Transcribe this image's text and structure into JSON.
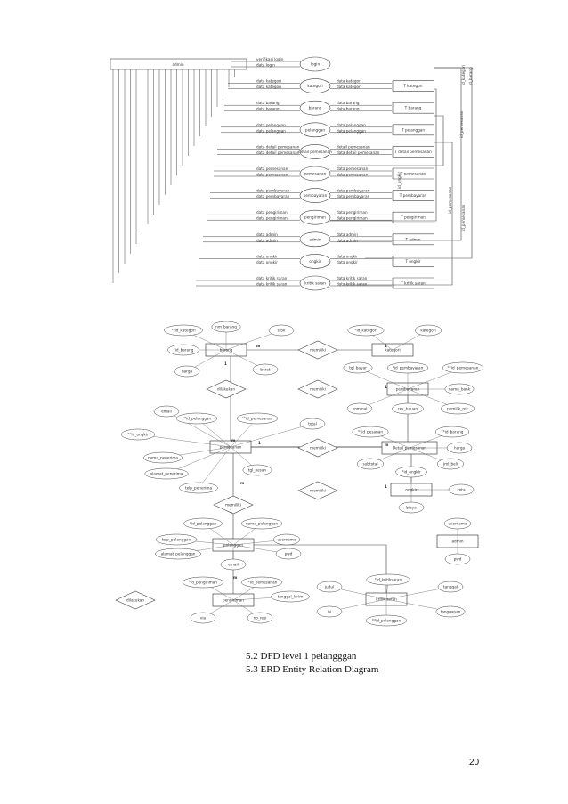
{
  "dfd": {
    "admin_label": "admin",
    "processes": [
      "login",
      "kategori",
      "barang",
      "pelanggan",
      "detail pemesanan",
      "pemesanan",
      "pembayaran",
      "pengiriman",
      "admin",
      "ongkir",
      "kritik saran"
    ],
    "stores": [
      "T kategori",
      "T barang",
      "T pelanggan",
      "T detail pemesanan",
      "T pemesanan",
      "T pembayaran",
      "T pengiriman",
      "T admin",
      "T ongkir",
      "T kritik saran"
    ],
    "flows_left": [
      [
        "verifikasi login",
        "data login"
      ],
      [
        "data kategori",
        "data kategori"
      ],
      [
        "data barang",
        "data barang"
      ],
      [
        "data pelanggan",
        "data pelanggan"
      ],
      [
        "data detail pemesanan",
        "data detail pemesanan"
      ],
      [
        "data pemesanan",
        "data pemesanan"
      ],
      [
        "data pembayaran",
        "data pembayaran"
      ],
      [
        "data pengiriman",
        "data pengiriman"
      ],
      [
        "data admin",
        "data admin"
      ],
      [
        "data ongkir",
        "data ongkir"
      ],
      [
        "data kritik saran",
        "data kritik saran"
      ]
    ],
    "flows_right": [
      [
        "",
        ""
      ],
      [
        "data kategori",
        "data kategori"
      ],
      [
        "data barang",
        "data barang"
      ],
      [
        "data pelanggan",
        "data pelanggan"
      ],
      [
        "detail pemesanan",
        "data detail pemesanan"
      ],
      [
        "data pemesanan",
        "data pemesanan"
      ],
      [
        "data pembayaran",
        "data pembayaran"
      ],
      [
        "data pengiriman",
        "data pengiriman"
      ],
      [
        "data admin",
        "data admin"
      ],
      [
        "data ongkir",
        "data ongkir"
      ],
      [
        "data kritik saran",
        "data kritik saran"
      ]
    ],
    "id_labels": [
      "id_kategori",
      "id_barang",
      "id_pemesanan",
      "id_pemesanan",
      "id_pemesanan",
      "id_ongkir"
    ]
  },
  "erd": {
    "entities": {
      "barang": "barang",
      "kategori": "kategori",
      "pembayaran": "pembayaran",
      "pemesanan": "pemesanan",
      "detail_pemesanan": "Detail pemesanan",
      "ongkir": "ongkir",
      "pelanggan": "pelanggan",
      "admin": "admin",
      "pengiriman": "pengiriman",
      "kritik_saran": "kritik saran"
    },
    "relations": [
      "memiliki",
      "memiliki",
      "memiliki",
      "memiliki",
      "dilakukan",
      "memiliki",
      "dilakukan"
    ],
    "attributes": {
      "barang": [
        "**id_kategori",
        "nm_barang",
        "stok",
        "*id_barang",
        "harga",
        "berat"
      ],
      "kategori": [
        "*id_kategori",
        "kategori"
      ],
      "pembayaran": [
        "tgl_bayar",
        "*id_pembayaran",
        "**id_pemesanan",
        "nama_bank",
        "nominal",
        "rek_tujuan",
        "pemilik_rek"
      ],
      "pemesanan": [
        "email",
        "**id_pelanggan",
        "**id_pemesanan",
        "total",
        "**id_ongkir",
        "nama_penerima",
        "alamat_penerima",
        "telp_penerima",
        "tgl_pesan"
      ],
      "detail_pemesanan": [
        "**id_pesanan",
        "**id_barang",
        "harga",
        "subtotal",
        "jml_beli"
      ],
      "ongkir": [
        "*id_ongkir",
        "kota",
        "biaya"
      ],
      "pelanggan": [
        "*id_pelanggan",
        "nama_pelanggan",
        "telp_pelanggan",
        "username",
        "alamat_pelanggan",
        "pwd",
        "email"
      ],
      "admin": [
        "username",
        "pwd"
      ],
      "pengiriman": [
        "*id_pengiriman",
        "**id_pemesanan",
        "tanggal_kirim",
        "via",
        "no_resi"
      ],
      "kritik_saran": [
        "judul",
        "*id_kritiksaran",
        "tanggal",
        "isi",
        "**id_pelanggan",
        "tanggapan"
      ]
    },
    "cardinality": [
      "m",
      "1",
      "1",
      "m",
      "1",
      "1",
      "m",
      "m",
      "1",
      "1",
      "m"
    ]
  },
  "captions": {
    "line1": "5.2 DFD level  1 pelangggan",
    "line2": "5.3 ERD Entity  Relation  Diagram"
  },
  "page_number": "20"
}
